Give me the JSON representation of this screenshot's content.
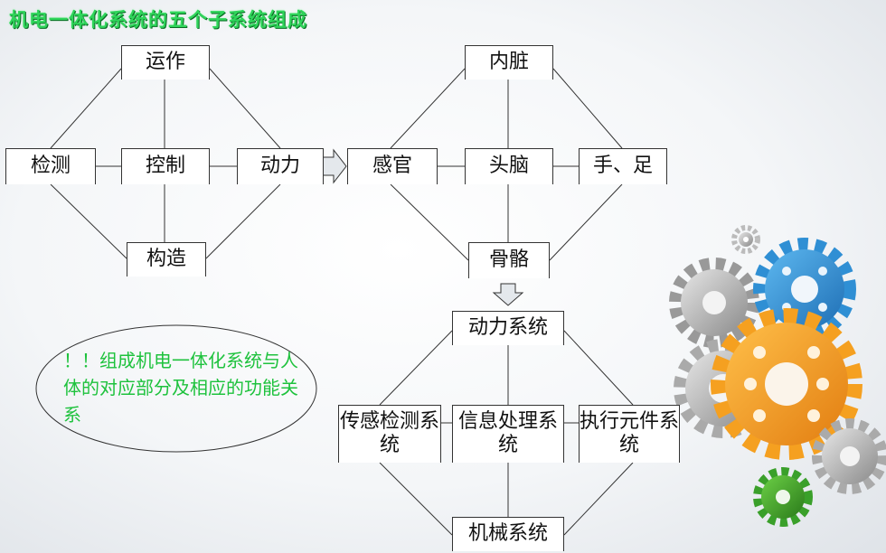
{
  "title": "机电一体化系统的五个子系统组成",
  "left_diagram": {
    "top": "运作",
    "left": "检测",
    "center": "控制",
    "right": "动力",
    "bottom": "构造"
  },
  "right_diagram": {
    "top": "内脏",
    "left": "感官",
    "center": "头脑",
    "right": "手、足",
    "bottom": "骨骼"
  },
  "system_diagram": {
    "top": "动力系统",
    "left": "传感检测系统",
    "center": "信息处理系统",
    "right": "执行元件系统",
    "bottom": "机械系统"
  },
  "note": "！！组成机电一体化系统与人体的对应部分及相应的功能关系",
  "colors": {
    "title": "#2fd45a",
    "note": "#1ec23d",
    "gear_blue": "#2f8fd4",
    "gear_orange": "#f5a020",
    "gear_green": "#3aa02a",
    "gear_gray": "#9a9a9a"
  }
}
